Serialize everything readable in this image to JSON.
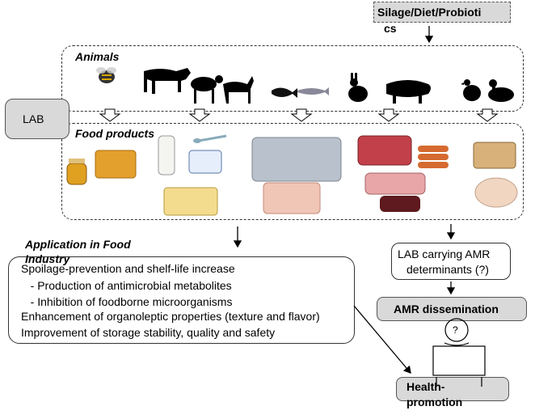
{
  "top_box": {
    "line1": "Silage/Diet/Probioti",
    "line2": "cs"
  },
  "lab_label": "LAB",
  "animals": {
    "title": "Animals"
  },
  "food": {
    "title": "Food products"
  },
  "application": {
    "title_line1": "Application in Food",
    "title_line2": "Industry",
    "items": [
      "Spoilage-prevention and shelf-life increase",
      "   - Production of antimicrobial metabolites",
      "   - Inhibition of foodborne microorganisms",
      "Enhancement of organoleptic properties (texture and flavor)",
      "Improvement of storage stability, quality and safety"
    ]
  },
  "amr_box": {
    "line1": "LAB carrying AMR",
    "line2": "determinants (?)"
  },
  "amr_dissemination": "AMR dissemination",
  "health": {
    "line1": "Health-",
    "line2": "promotion"
  },
  "colors": {
    "grey_fill": "#d9d9d9",
    "dashed_border": "#333333"
  }
}
